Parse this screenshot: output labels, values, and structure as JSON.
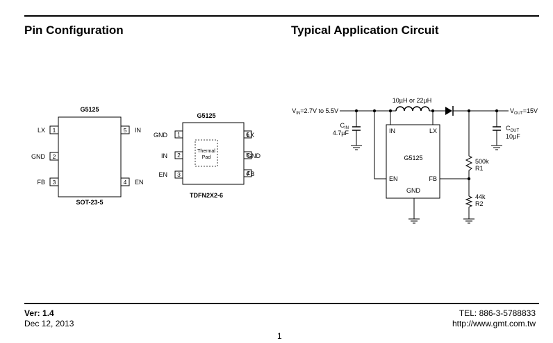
{
  "headings": {
    "left": "Pin Configuration",
    "right": "Typical Application Circuit"
  },
  "sot23": {
    "part": "G5125",
    "package": "SOT-23-5",
    "left_pins": [
      {
        "num": "1",
        "name": "LX"
      },
      {
        "num": "2",
        "name": "GND"
      },
      {
        "num": "3",
        "name": "FB"
      }
    ],
    "right_pins": [
      {
        "num": "5",
        "name": "IN"
      },
      {
        "num": "4",
        "name": "EN"
      }
    ]
  },
  "tdfn": {
    "part": "G5125",
    "package": "TDFN2X2-6",
    "pad_line1": "Thermal",
    "pad_line2": "Pad",
    "left_pins": [
      {
        "num": "1",
        "name": "GND"
      },
      {
        "num": "2",
        "name": "IN"
      },
      {
        "num": "3",
        "name": "EN"
      }
    ],
    "right_pins": [
      {
        "num": "6",
        "name": "LX"
      },
      {
        "num": "5",
        "name": "GND"
      },
      {
        "num": "4",
        "name": "FB"
      }
    ]
  },
  "circuit": {
    "inductor": "10µH or 22µH",
    "vin_v": "V",
    "vin_sub": "IN",
    "vin_range": "=2.7V to 5.5V",
    "cin_c": "C",
    "cin_sub": "IN",
    "cin_value": "4.7µF",
    "vout_v": "V",
    "vout_sub": "OUT",
    "vout_value": "=15V",
    "cout_c": "C",
    "cout_sub": "OUT",
    "cout_value": "10µF",
    "ic_name": "G5125",
    "ic_in": "IN",
    "ic_lx": "LX",
    "ic_en": "EN",
    "ic_fb": "FB",
    "ic_gnd": "GND",
    "r1_value": "500k",
    "r1_name": "R1",
    "r2_value": "44k",
    "r2_name": "R2"
  },
  "footer": {
    "version": "Ver: 1.4",
    "date": "Dec 12, 2013",
    "tel": "TEL: 886-3-5788833",
    "url": "http://www.gmt.com.tw",
    "page": "1"
  }
}
